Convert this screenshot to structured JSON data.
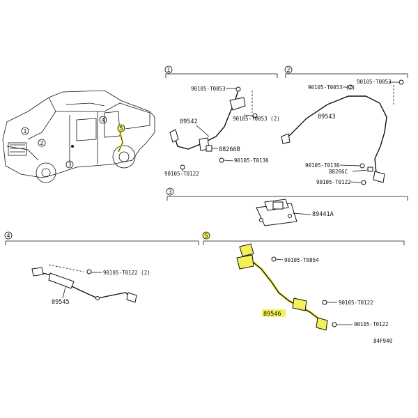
{
  "sections": [
    {
      "id": "1",
      "parts": [
        "90105-T0053",
        "89542",
        "90105-T0053 (2)",
        "88266B",
        "90105-T0136",
        "90105-T0122"
      ]
    },
    {
      "id": "2",
      "parts": [
        "90105-T0053",
        "90105-T0053 (2)",
        "89543",
        "90105-T0136",
        "88266C",
        "90105-T0122"
      ]
    },
    {
      "id": "3",
      "parts": [
        "89441A"
      ]
    },
    {
      "id": "4",
      "parts": [
        "90105-T0122 (2)",
        "89545"
      ]
    },
    {
      "id": "5",
      "parts": [
        "90105-T0854",
        "89546",
        "90105-T0122",
        "90105-T0122"
      ]
    }
  ],
  "vehicle_callouts": [
    "1",
    "2",
    "3",
    "4",
    "5"
  ],
  "highlight_color": "#f3f05a",
  "figure_code": "84F940"
}
